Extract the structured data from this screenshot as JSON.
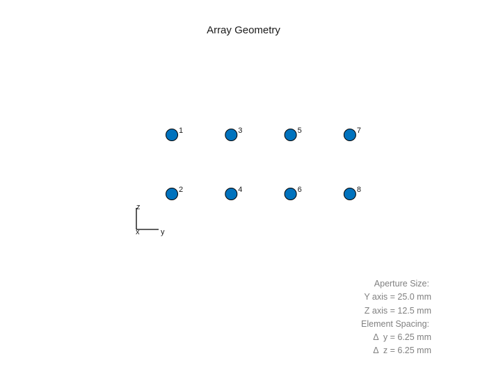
{
  "title": "Array Geometry",
  "colors": {
    "element_fill": "#0072BD",
    "element_stroke": "#000000",
    "text": "#1a1a1a",
    "info_text": "#808080"
  },
  "orientation_axes": {
    "vertical_label": "z",
    "horizontal_label": "y",
    "depth_label": "x"
  },
  "elements": [
    {
      "label": "1",
      "y": 0,
      "z": 1
    },
    {
      "label": "2",
      "y": 0,
      "z": 0
    },
    {
      "label": "3",
      "y": 1,
      "z": 1
    },
    {
      "label": "4",
      "y": 1,
      "z": 0
    },
    {
      "label": "5",
      "y": 2,
      "z": 1
    },
    {
      "label": "6",
      "y": 2,
      "z": 0
    },
    {
      "label": "7",
      "y": 3,
      "z": 1
    },
    {
      "label": "8",
      "y": 3,
      "z": 0
    }
  ],
  "info": {
    "aperture_heading": "Aperture Size:",
    "aperture_y": "Y axis = 25.0 mm",
    "aperture_z": "Z axis = 12.5 mm",
    "spacing_heading": "Element Spacing:",
    "spacing_y": "Δ  y = 6.25 mm",
    "spacing_z": "Δ  z = 6.25 mm"
  }
}
